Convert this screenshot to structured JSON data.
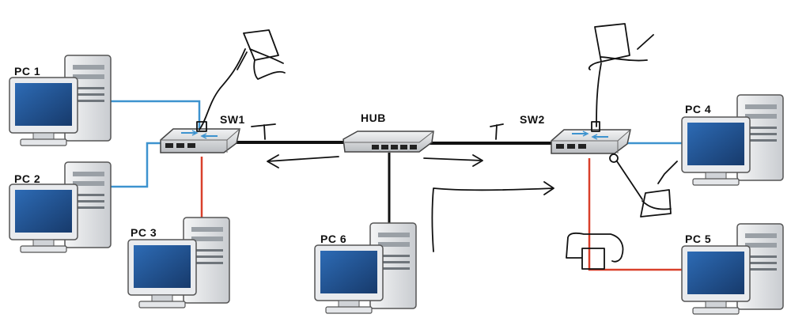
{
  "labels": {
    "pc1": "PC 1",
    "pc2": "PC 2",
    "pc3": "PC 3",
    "pc4": "PC 4",
    "pc5": "PC 5",
    "pc6": "PC 6",
    "sw1": "SW1",
    "sw2": "SW2",
    "hub": "HUB"
  },
  "colors": {
    "blue_link": "#3d93cf",
    "red_link": "#d9402b",
    "trunk_link": "#111111",
    "screen": "#1f4f8a",
    "device_body": "#eef0f2"
  }
}
